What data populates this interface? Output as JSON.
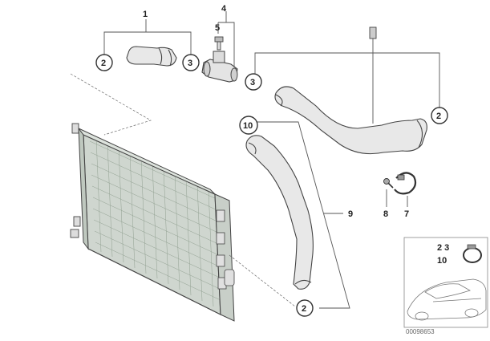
{
  "diagram": {
    "part_numbers": {
      "p1": "1",
      "p4": "4",
      "p5": "5",
      "p7": "7",
      "p8": "8",
      "p9": "9"
    },
    "callouts": {
      "c2_top_left": "2",
      "c3_top_left": "3",
      "c3_mid": "3",
      "c2_right": "2",
      "c10": "10",
      "c2_bottom": "2"
    },
    "inset": {
      "row1": "2  3",
      "row2": "10"
    },
    "image_code": "00098653"
  }
}
